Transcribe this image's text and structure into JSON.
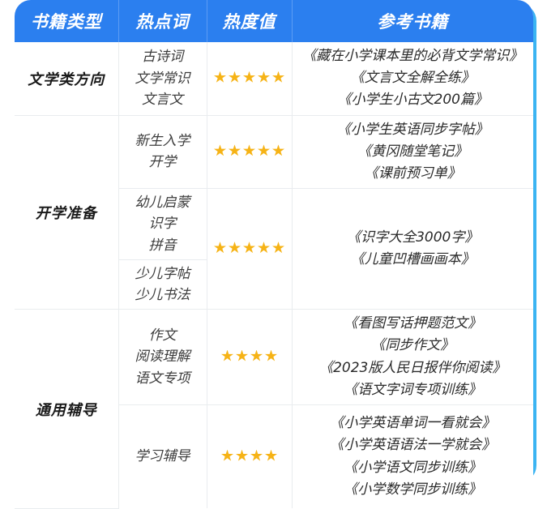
{
  "theme": {
    "header_bg": "#2B7FEF",
    "frame_border": "#3BB4F2",
    "star_color": "#F6B316",
    "grid_line": "#E9ECEF"
  },
  "table": {
    "columns": [
      {
        "key": "category",
        "label": "书籍类型"
      },
      {
        "key": "hotword",
        "label": "热点词"
      },
      {
        "key": "heat",
        "label": "热度值"
      },
      {
        "key": "books",
        "label": "参考书籍"
      }
    ],
    "sections": [
      {
        "category": "文学类方向",
        "rows": [
          {
            "hotwords": [
              "古诗词",
              "文学常识",
              "文言文"
            ],
            "stars": 5,
            "books": [
              "《藏在小学课本里的必背文学常识》",
              "《文言文全解全练》",
              "《小学生小古文200篇》"
            ]
          }
        ]
      },
      {
        "category": "开学准备",
        "rows": [
          {
            "hotwords": [
              "新生入学",
              "开学"
            ],
            "stars": 5,
            "books": [
              "《小学生英语同步字帖》",
              "《黄冈随堂笔记》",
              "《课前预习单》"
            ]
          },
          {
            "hotwords": [
              "幼儿启蒙",
              "识字",
              "拼音"
            ],
            "stars": 5,
            "stars_span": 2,
            "books": [
              "《识字大全3000字》",
              "《儿童凹槽画画本》"
            ],
            "books_span": 2
          },
          {
            "hotwords": [
              "少儿字帖",
              "少儿书法"
            ]
          }
        ]
      },
      {
        "category": "通用辅导",
        "rows": [
          {
            "hotwords": [
              "作文",
              "阅读理解",
              "语文专项"
            ],
            "stars": 4,
            "books": [
              "《看图写话押题范文》",
              "《同步作文》",
              "《2023版人民日报伴你阅读》",
              "《语文字词专项训练》"
            ]
          },
          {
            "hotwords": [
              "学习辅导"
            ],
            "stars": 4,
            "books": [
              "《小学英语单词一看就会》",
              "《小学英语语法一学就会》",
              "《小学语文同步训练》",
              "《小学数学同步训练》"
            ]
          }
        ]
      }
    ]
  }
}
